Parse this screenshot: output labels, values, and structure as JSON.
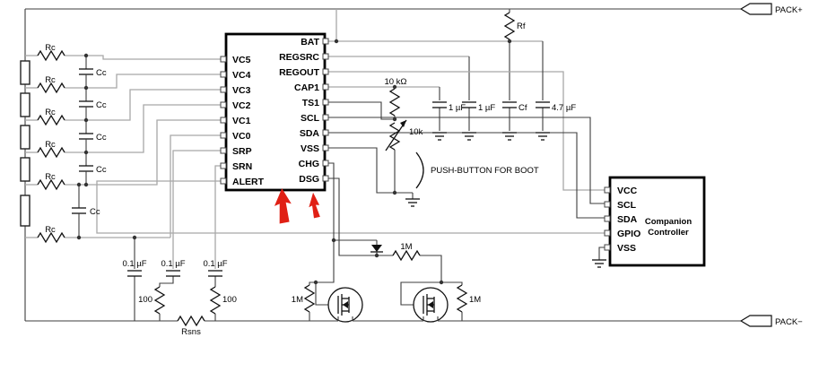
{
  "main_ic": {
    "left_pins": [
      "VC5",
      "VC4",
      "VC3",
      "VC2",
      "VC1",
      "VC0",
      "SRP",
      "SRN",
      "ALERT"
    ],
    "right_pins": [
      "BAT",
      "REGSRC",
      "REGOUT",
      "CAP1",
      "TS1",
      "SCL",
      "SDA",
      "VSS",
      "CHG",
      "DSG"
    ]
  },
  "companion_ic": {
    "name_line1": "Companion",
    "name_line2": "Controller",
    "pins": [
      "VCC",
      "SCL",
      "SDA",
      "GPIO",
      "VSS"
    ]
  },
  "terminals": {
    "pack_plus": "PACK+",
    "pack_minus": "PACK−"
  },
  "components": {
    "rc": "Rc",
    "cc": "Cc",
    "rf": "Rf",
    "r_10k_fixed": "10 kΩ",
    "r_10k_thermistor": "10k",
    "c_1uf": "1 µF",
    "c_cf": "Cf",
    "c_4p7uf": "4.7 µF",
    "c_0p1uf": "0.1 µF",
    "r_100": "100",
    "r_sns": "Rsns",
    "r_1m": "1M"
  },
  "annotations": {
    "push_button": "PUSH-BUTTON FOR BOOT"
  },
  "colors": {
    "annotation_arrow": "#e02015",
    "wire_gray": "#a8a8a8",
    "wire_black": "#3c3c3c"
  }
}
